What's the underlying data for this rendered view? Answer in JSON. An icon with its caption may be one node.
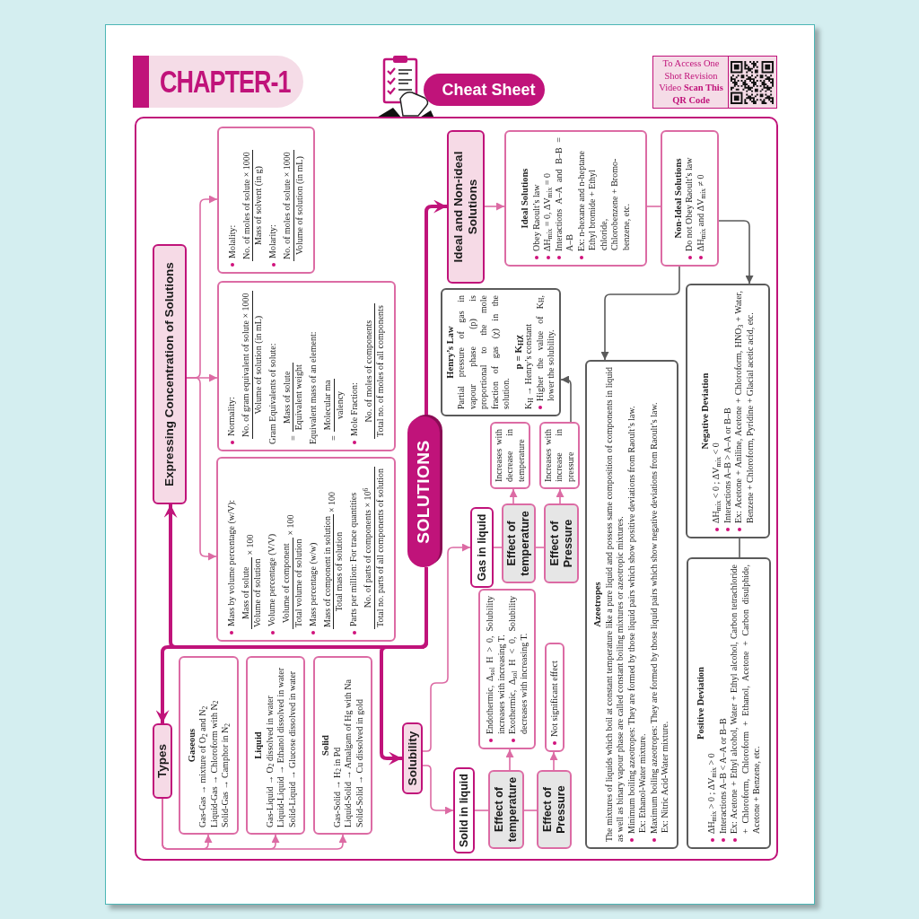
{
  "diagram": {
    "title": "CHAPTER-1",
    "nodes": [
      {
        "text": [
          "Expressing Concentration of Solutions"
        ]
      },
      {
        "text": [
          "Molality:",
          "No. of moles of solute × 1000",
          "Mass of solvent (in g)",
          "Molarity:",
          "No. of moles of solute × 1000",
          "Volume of solution (in mL)"
        ]
      },
      {
        "text": [
          "Normality:",
          "No. of gram equivalent of solute × 1000",
          "Volume of solution (in mL)",
          "Gram Equivalents of solute:",
          "=",
          "Mass of solute",
          "Equivalent weight",
          "Equivalent mass of an element:",
          "=",
          "Molecular ma",
          "valency",
          "Mole Fraction:",
          "No. of moles of components",
          "Total no. of moles of all components"
        ]
      },
      {
        "text": [
          "Mass by volume percentage (w/V):",
          "Mass of solute",
          "Volume of solution",
          "× 100",
          "Volume percentage (V/V)",
          "Volume of component",
          "Total volume of solution",
          "× 100",
          "Mass percentage (w/w)",
          "Mass of component in solution",
          "Total mass of solution",
          "× 100",
          "Parts per million: For trace quantities",
          "No. of parts of components × 10$^{6}$",
          "Total no. parts of all components of solution"
        ]
      },
      {
        "text": [
          "Types"
        ]
      },
      {
        "text": [
          "Gaseous",
          "Gas-Gas → mixture of O$_{2}$ and N$_{2}$",
          "Liquid-Gas → Chloroform with N$_{2}$",
          "Solid-Gas → Camphor in N$_{2}$"
        ]
      },
      {
        "text": [
          "Liquid",
          "Gas-Liquid → O$_{2}$ dissolved in water",
          "Liquid-Liquid → Ethanol dissolved in water",
          "Solid-Liquid → Glucose dissolved in water"
        ]
      },
      {
        "text": [
          "Solid",
          "Gas-Solid → H$_{2}$ in Pd",
          "Liquid-Solid → Amalgam of Hg with Na",
          "Solid-Solid → Cu dissolved in gold"
        ]
      },
      {
        "text": [
          "SOLUTIONS"
        ]
      },
      {
        "text": [
          "Solubility"
        ]
      },
      {
        "text": [
          "Solid in liquid"
        ]
      },
      {
        "text": [
          "Effect of temperature"
        ]
      },
      {
        "text": [
          "Effect of Pressure"
        ]
      },
      {
        "text": [
          "Endothermic, Δ$_{sol}$ H > 0, Solubility increases with increasing T.",
          "Exothermic, Δ$_{sol}$ H < 0, Solubility decreases with increasing T."
        ]
      },
      {
        "text": [
          "Not significant effect"
        ]
      },
      {
        "text": [
          "Gas in liquid"
        ]
      },
      {
        "text": [
          "Effect of temperature"
        ]
      },
      {
        "text": [
          "Effect of Pressure"
        ]
      },
      {
        "text": [
          "Increases with decrease in temperature"
        ]
      },
      {
        "text": [
          "Increases with increase in pressure"
        ]
      },
      {
        "text": [
          "Henry’s Law",
          "Partial pressure of gas in vapour phase (p) is proportional to the mole fraction of gas (χ) in the solution.",
          "p = K$_{H}$χ",
          "K$_{H}$ → Henry’s constant",
          "Higher the value of K$_{H}$, lower the solubility."
        ]
      },
      {
        "text": [
          "Ideal and Non-ideal Solutions"
        ]
      },
      {
        "text": [
          "Ideal Solutions",
          "Obey Raoult’s law",
          "ΔH$_{mix}$ = 0, ΔV$_{mix}$ = 0",
          "Interactions A–A and B–B = A–B",
          "Ex: n-hexane and n-heptane",
          "Ethyl bromide + Ethyl chloride,",
          "Chlorobenzene + Bromo-benzene, etc."
        ]
      },
      {
        "text": [
          "Non-Ideal Solutions",
          "Do not Obey Raoult’s law",
          "ΔH$_{mix}$ and ΔV$_{mix}$ ≠ 0"
        ]
      },
      {
        "text": [
          "Azeotropes",
          "The mixtures of liquids which boil at constant temperature like a pure liquid and possess same composition of components in liquid as well as binary vapour phase are called constant boiling mixtures or azeotropic mixtures.",
          "Minimum boiling azeotropes: They are formed by those liquid pairs which show positive deviations from Raoult’s law.",
          "Ex: Ethanol-Water mixture.",
          "Maximum boiling azeotropes: They are formed by those liquid pairs which show negative deviations from Raoult’s law.",
          "Ex: Nitric Acid-Water mixture."
        ]
      },
      {
        "text": [
          "Negative Deviation",
          "ΔH$_{mix}$ < 0 ; ΔV$_{mix}$ < 0",
          "Interactions A–B > A–A or B–B",
          "Ex: Acetone + Aniline, Acetone + Chloroform, HNO$_{3}$ + Water, Benzene + Chloroform, Pyridine + Glacial acetic acid, etc."
        ]
      },
      {
        "text": [
          "Positive Deviation",
          "ΔH$_{mix}$ > 0 ; ΔV$_{mix}$ > 0",
          "Interactions A–B < A–A or B–B",
          "Ex: Acetone + Ethyl alcohol, Water + Ethyl alcohol, Carbon tetrachloride + Chloroform, Chloroform + Ethanol, Acetone + Carbon disulphide, Acetone + Benzene, etc."
        ]
      }
    ],
    "edges": [
      {
        "from": 8,
        "to": 0,
        "arrow": "to",
        "style": "thick",
        "color": "#c0137a"
      },
      {
        "from": 8,
        "to": 4,
        "arrow": "to",
        "style": "thick",
        "color": "#c0137a"
      },
      {
        "from": 8,
        "to": 9,
        "arrow": "to",
        "style": "thick",
        "color": "#c0137a"
      },
      {
        "from": 8,
        "to": 21,
        "arrow": "to",
        "style": "thick",
        "color": "#c0137a"
      },
      {
        "from": 0,
        "to": 1,
        "arrow": "to"
      },
      {
        "from": 0,
        "to": 2,
        "arrow": "to"
      },
      {
        "from": 0,
        "to": 3,
        "arrow": "to"
      },
      {
        "from": 4,
        "to": 5,
        "arrow": "to"
      },
      {
        "from": 4,
        "to": 6,
        "arrow": "to"
      },
      {
        "from": 4,
        "to": 7,
        "arrow": "to"
      },
      {
        "from": 9,
        "to": 10,
        "arrow": "to"
      },
      {
        "from": 9,
        "to": 15,
        "arrow": "to"
      },
      {
        "from": 10,
        "to": 11,
        "arrow": "none"
      },
      {
        "from": 11,
        "to": 12,
        "arrow": "none"
      },
      {
        "from": 11,
        "to": 13,
        "arrow": "to"
      },
      {
        "from": 12,
        "to": 14,
        "arrow": "to"
      },
      {
        "from": 15,
        "to": 16,
        "arrow": "none"
      },
      {
        "from": 16,
        "to": 17,
        "arrow": "none"
      },
      {
        "from": 16,
        "to": 18,
        "arrow": "to"
      },
      {
        "from": 17,
        "to": 19,
        "arrow": "to"
      },
      {
        "from": 19,
        "to": 20,
        "arrow": "to",
        "color": "#5a5a5a"
      },
      {
        "from": 21,
        "to": 22,
        "arrow": "to"
      },
      {
        "from": 22,
        "to": 23,
        "arrow": "none"
      },
      {
        "from": 23,
        "to": 25,
        "arrow": "to",
        "color": "#5a5a5a"
      },
      {
        "from": 23,
        "to": 24,
        "arrow": "to",
        "color": "#5a5a5a"
      },
      {
        "from": 25,
        "to": 26,
        "arrow": "none",
        "color": "#5a5a5a"
      }
    ],
    "labels": [
      "Cheat Sheet",
      "To Access One Shot Revision Video **Scan This QR Code**"
    ]
  }
}
